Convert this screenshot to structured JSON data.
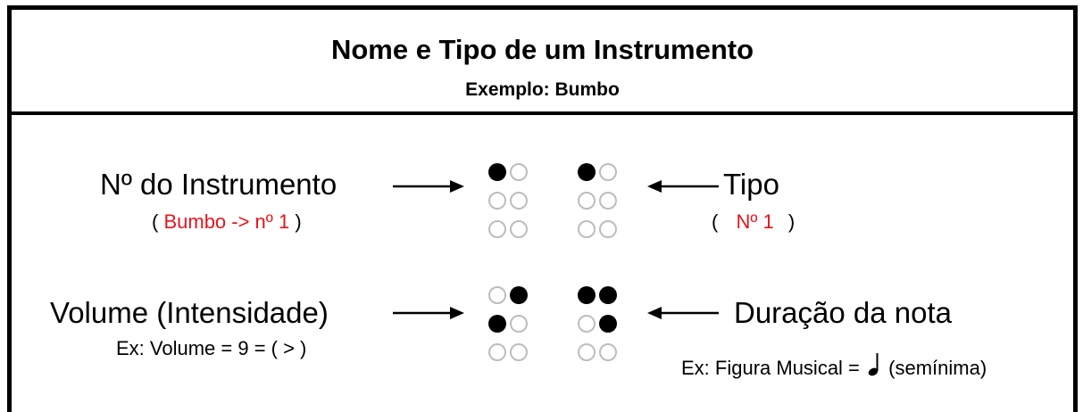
{
  "header": {
    "title": "Nome e Tipo de um Instrumento",
    "subtitle": "Exemplo: Bumbo"
  },
  "labels": {
    "instrument_number": "Nº do Instrumento",
    "instrument_number_note_open": "(",
    "instrument_number_note_value": "Bumbo -> nº 1",
    "instrument_number_note_close": ")",
    "type": "Tipo",
    "type_note_open": "(",
    "type_note_value": "Nº 1",
    "type_note_close": ")",
    "volume": "Volume (Intensidade)",
    "volume_note": "Ex: Volume = 9 = ( > )",
    "duration": "Duração da nota",
    "duration_note_prefix": "Ex: Figura Musical =",
    "duration_note_suffix": "(semínima)"
  },
  "colors": {
    "accent_red": "#e8141c",
    "dot_filled": "#000000",
    "dot_empty_stroke": "#bdbdbd"
  },
  "braille_cells": [
    {
      "name": "instrument-number-cell",
      "dots": [
        1
      ]
    },
    {
      "name": "type-cell",
      "dots": [
        1
      ]
    },
    {
      "name": "volume-cell",
      "dots": [
        2,
        4
      ]
    },
    {
      "name": "duration-cell",
      "dots": [
        1,
        4,
        5
      ]
    }
  ]
}
